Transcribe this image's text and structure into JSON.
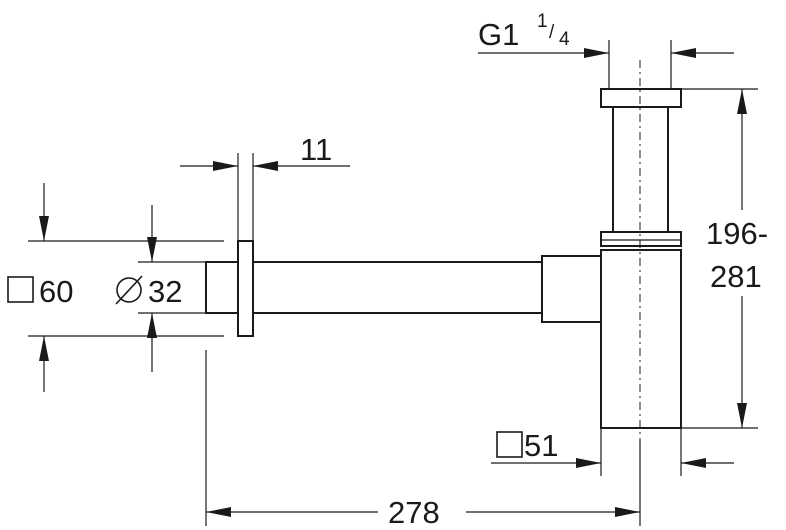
{
  "dimensions": {
    "thread": {
      "prefix": "G1",
      "frac_num": "1",
      "frac_sep": "/",
      "frac_den": "4"
    },
    "flange_thickness": "11",
    "rosette_size": "60",
    "pipe_diameter": "32",
    "height_range_top": "196-",
    "height_range_bottom": "281",
    "body_size": "51",
    "projection": "278"
  },
  "symbols": {
    "square": "square-symbol",
    "diameter": "diameter-symbol"
  }
}
